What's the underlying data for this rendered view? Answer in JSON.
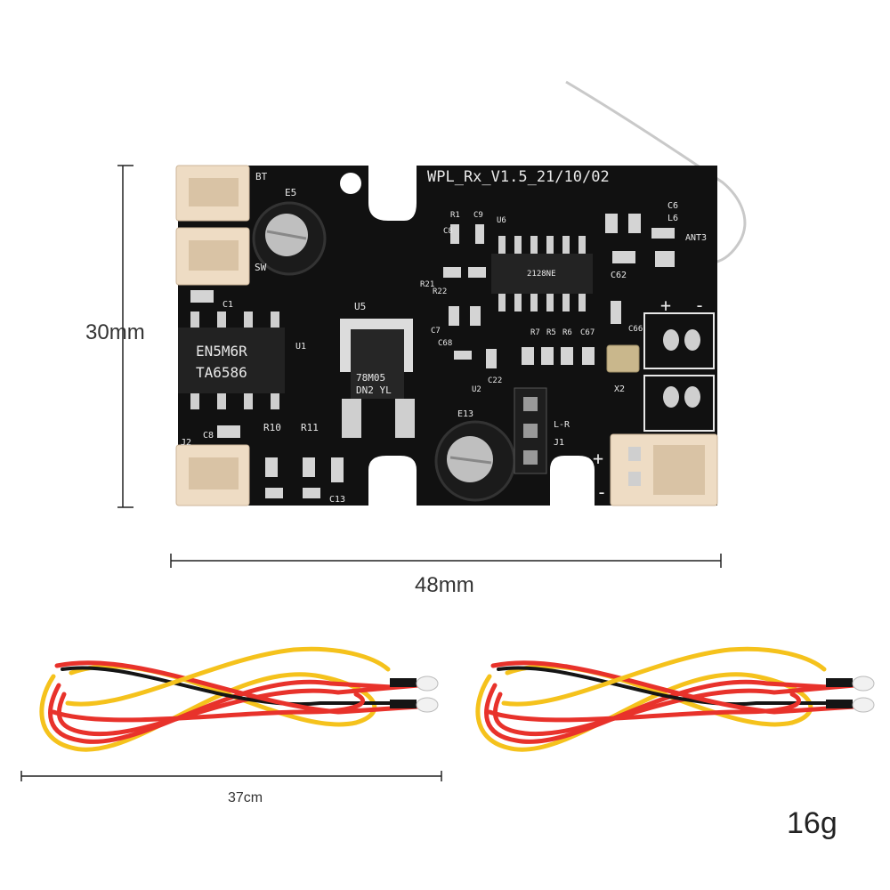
{
  "pcb": {
    "board_label": "WPL_Rx_V1.5_21/10/02",
    "regulator_marking": "78M05",
    "regulator_code": "DN2 YL",
    "ic_marking_line1": "EN5M6R",
    "ic_marking_line2": "TA6586",
    "chip_marking": "2128NE",
    "silkscreen": [
      "BT",
      "E5",
      "SW",
      "C1",
      "U1",
      "U5",
      "C7",
      "C68",
      "C22",
      "U2",
      "U6",
      "R1",
      "C8",
      "C9",
      "R21",
      "R22",
      "C62",
      "C6",
      "L6",
      "ANT3",
      "C66",
      "C67",
      "R7",
      "R5",
      "R6",
      "X2",
      "E13",
      "J1",
      "L-R",
      "J2",
      "C8",
      "R10",
      "R11",
      "C13",
      "+",
      "-",
      "+",
      "-"
    ]
  },
  "dimensions": {
    "height_label": "30mm",
    "width_label": "48mm",
    "cable_length_label": "37cm",
    "weight_label": "16g"
  },
  "colors": {
    "pcb": "#111111",
    "connector": "#eedcc4",
    "wire_red": "#e8322b",
    "wire_yellow": "#f5c21c",
    "wire_black": "#151515"
  }
}
